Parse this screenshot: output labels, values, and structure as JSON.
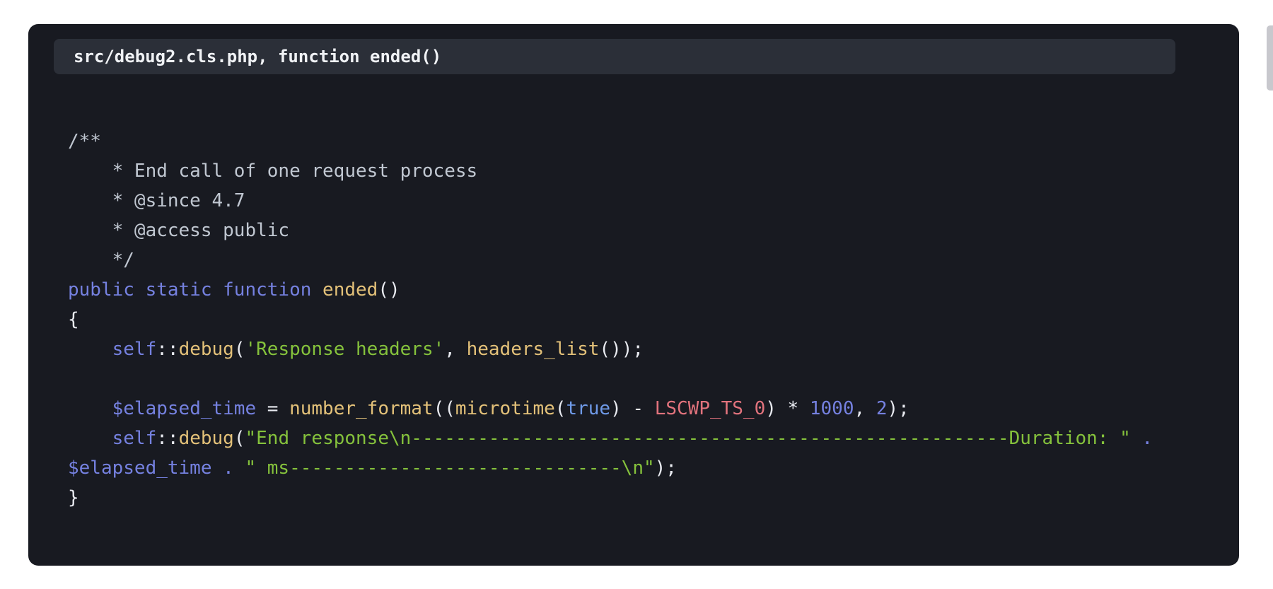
{
  "header": {
    "title": "src/debug2.cls.php, function ended()"
  },
  "colors": {
    "page_bg": "#ffffff",
    "card_bg": "#181a21",
    "header_bg": "#2b2f38",
    "header_text": "#f0f2f5",
    "plain": "#e8eaf0",
    "comment": "#c0c7d1",
    "keyword": "#7581e0",
    "function": "#e3c179",
    "string": "#85c23c",
    "constant": "#e2737d",
    "variable": "#7581e0",
    "number": "#7581e0",
    "boolean": "#6f9ae8",
    "operator": "#7581e0",
    "scrollbar": "#c8c8cd"
  },
  "code": {
    "language": "php",
    "lines": [
      [
        {
          "c": "com",
          "t": "/**"
        }
      ],
      [
        {
          "c": "com",
          "t": "    * End call of one request process"
        }
      ],
      [
        {
          "c": "com",
          "t": "    * @since 4.7"
        }
      ],
      [
        {
          "c": "com",
          "t": "    * @access public"
        }
      ],
      [
        {
          "c": "com",
          "t": "    */"
        }
      ],
      [
        {
          "c": "kw",
          "t": "public"
        },
        {
          "c": "pln",
          "t": " "
        },
        {
          "c": "kw",
          "t": "static"
        },
        {
          "c": "pln",
          "t": " "
        },
        {
          "c": "kw",
          "t": "function"
        },
        {
          "c": "pln",
          "t": " "
        },
        {
          "c": "fn",
          "t": "ended"
        },
        {
          "c": "pln",
          "t": "()"
        }
      ],
      [
        {
          "c": "pln",
          "t": "{"
        }
      ],
      [
        {
          "c": "pln",
          "t": "    "
        },
        {
          "c": "var",
          "t": "self"
        },
        {
          "c": "pln",
          "t": "::"
        },
        {
          "c": "fn",
          "t": "debug"
        },
        {
          "c": "pln",
          "t": "("
        },
        {
          "c": "str",
          "t": "'Response headers'"
        },
        {
          "c": "pln",
          "t": ", "
        },
        {
          "c": "fn",
          "t": "headers_list"
        },
        {
          "c": "pln",
          "t": "());"
        }
      ],
      [],
      [
        {
          "c": "pln",
          "t": "    "
        },
        {
          "c": "var",
          "t": "$elapsed_time"
        },
        {
          "c": "pln",
          "t": " = "
        },
        {
          "c": "fn",
          "t": "number_format"
        },
        {
          "c": "pln",
          "t": "(("
        },
        {
          "c": "fn",
          "t": "microtime"
        },
        {
          "c": "pln",
          "t": "("
        },
        {
          "c": "bool",
          "t": "true"
        },
        {
          "c": "pln",
          "t": ") - "
        },
        {
          "c": "cst",
          "t": "LSCWP_TS_0"
        },
        {
          "c": "pln",
          "t": ") * "
        },
        {
          "c": "num",
          "t": "1000"
        },
        {
          "c": "pln",
          "t": ", "
        },
        {
          "c": "num",
          "t": "2"
        },
        {
          "c": "pln",
          "t": ");"
        }
      ],
      [
        {
          "c": "pln",
          "t": "    "
        },
        {
          "c": "var",
          "t": "self"
        },
        {
          "c": "pln",
          "t": "::"
        },
        {
          "c": "fn",
          "t": "debug"
        },
        {
          "c": "pln",
          "t": "("
        },
        {
          "c": "str",
          "t": "\"End response\\n------------------------------------------------------Duration: \""
        },
        {
          "c": "pln",
          "t": " "
        },
        {
          "c": "op",
          "t": "."
        }
      ],
      [
        {
          "c": "var",
          "t": "$elapsed_time"
        },
        {
          "c": "pln",
          "t": " "
        },
        {
          "c": "op",
          "t": "."
        },
        {
          "c": "pln",
          "t": " "
        },
        {
          "c": "str",
          "t": "\" ms------------------------------\\n\""
        },
        {
          "c": "pln",
          "t": ");"
        }
      ],
      [
        {
          "c": "pln",
          "t": "}"
        }
      ]
    ]
  }
}
